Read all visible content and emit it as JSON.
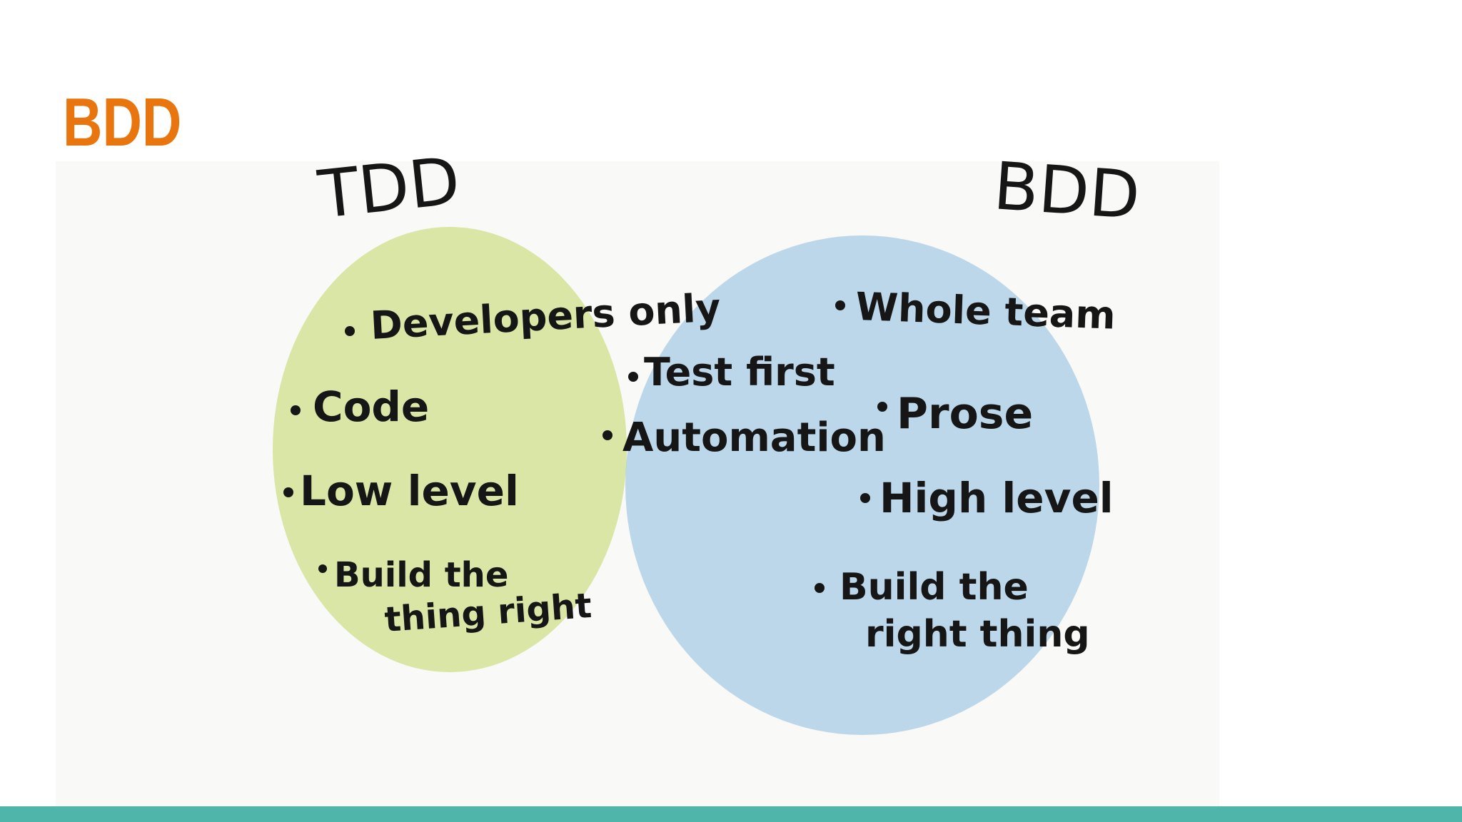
{
  "slide": {
    "title": "BDD",
    "title_color": "#e8750d",
    "bar_color": "#4fb5aa"
  },
  "venn": {
    "left_set": {
      "label": "TDD",
      "color": "#d9e6a6",
      "items": [
        "Developers only",
        "Code",
        "Low level",
        "Build the",
        "thing right"
      ]
    },
    "right_set": {
      "label": "BDD",
      "color": "#bdd7ea",
      "items": [
        "Whole team",
        "Prose",
        "High level",
        "Build the",
        "right thing"
      ]
    },
    "overlap": {
      "color": "#a9cb9b",
      "items": [
        "Test first",
        "Automation"
      ]
    }
  }
}
